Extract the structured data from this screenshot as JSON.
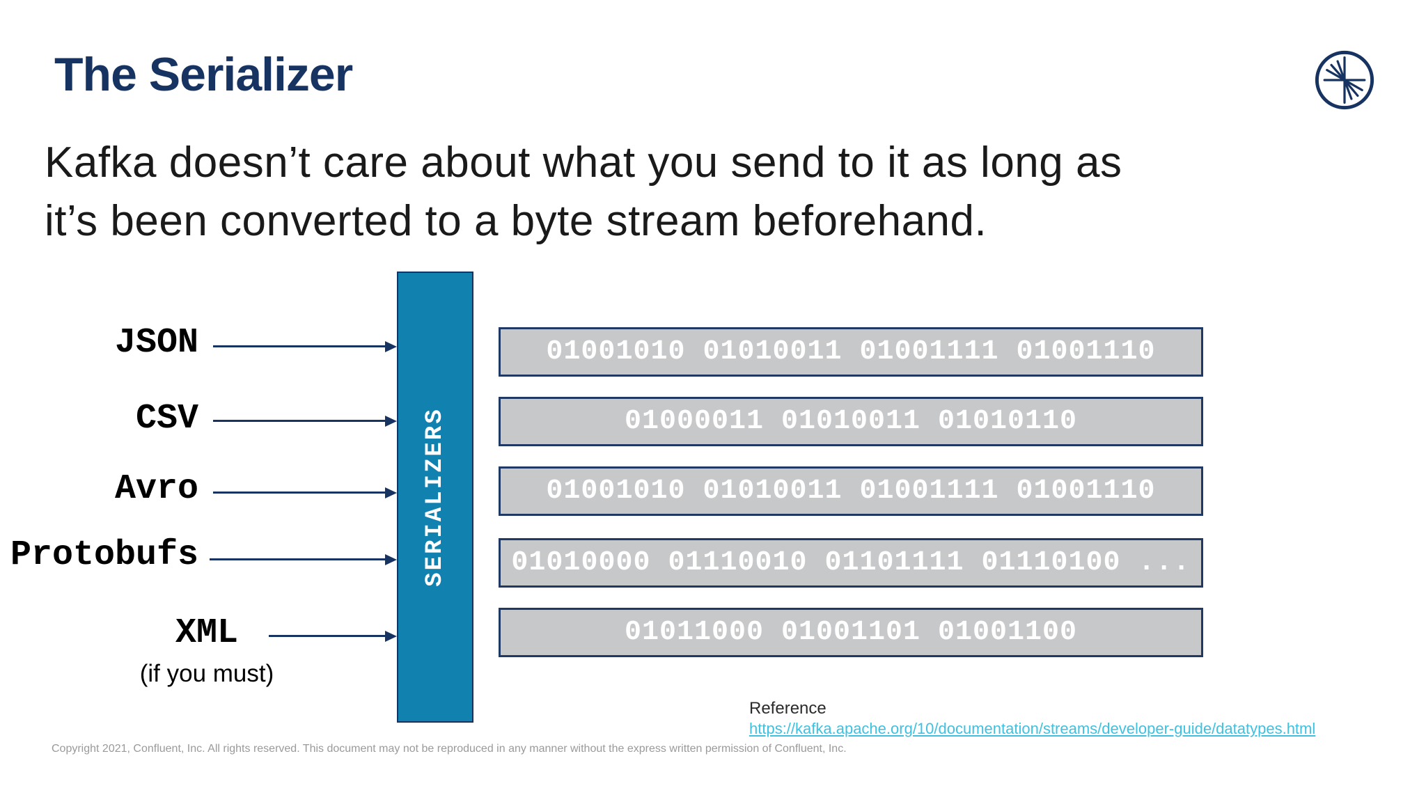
{
  "theme": {
    "colors": {
      "navy": "#173361",
      "bar-blue": "#1181b0",
      "box-gray": "#c7c8ca",
      "box-border": "#1f3864",
      "link-cyan": "#3ec1e1",
      "text-dark": "#1a1a1a",
      "muted-gray": "#9a9a9a"
    }
  },
  "slide": {
    "title": "The Serializer",
    "subtitle_line1": "Kafka doesn’t care about what you send to it as long as",
    "subtitle_line2": "it’s been converted to a byte stream beforehand."
  },
  "diagram": {
    "bar_label": "SERIALIZERS",
    "rows": [
      {
        "format": "JSON",
        "binary": "01001010 01010011 01001111 01001110"
      },
      {
        "format": "CSV",
        "binary": "01000011 01010011 01010110"
      },
      {
        "format": "Avro",
        "binary": "01001010 01010011 01001111 01001110"
      },
      {
        "format": "Protobufs",
        "binary": "01010000 01110010 01101111 01110100 ..."
      },
      {
        "format": "XML",
        "note": "(if you must)",
        "binary": "01011000 01001101 01001100"
      }
    ]
  },
  "reference": {
    "label": "Reference",
    "url": "https://kafka.apache.org/10/documentation/streams/developer-guide/datatypes.html"
  },
  "footer": {
    "copyright": "Copyright 2021, Confluent, Inc. All rights reserved. This document may not be reproduced in any manner without the express written permission of Confluent, Inc."
  }
}
